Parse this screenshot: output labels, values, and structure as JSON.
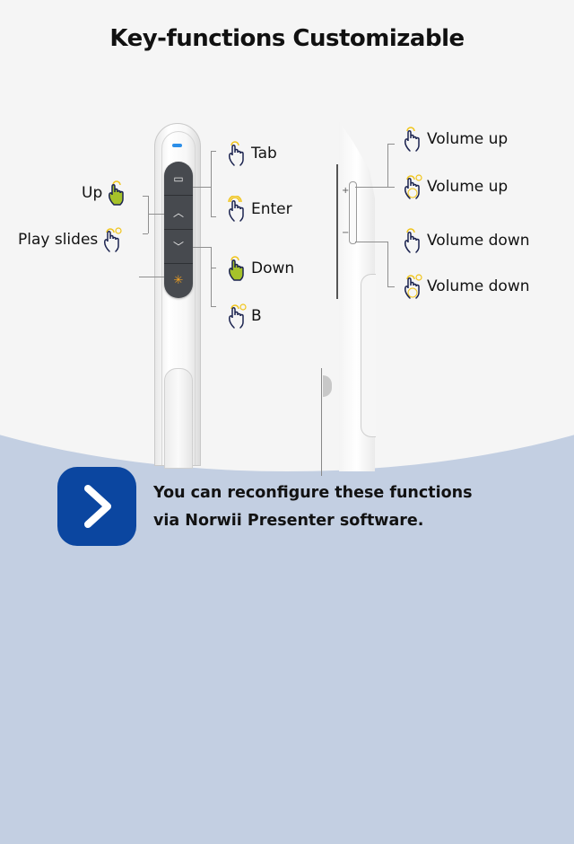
{
  "title": "Key-functions Customizable",
  "left_remote": {
    "keys": [
      {
        "name": "window-key",
        "glyph": "▭"
      },
      {
        "name": "up-key",
        "glyph": "︿"
      },
      {
        "name": "down-key",
        "glyph": "﹀"
      },
      {
        "name": "laser-key",
        "glyph": "✳"
      }
    ],
    "labels_left": [
      {
        "text": "Up",
        "gesture": "press-hold",
        "highlight": true
      },
      {
        "text": "Play slides",
        "gesture": "long-press"
      }
    ],
    "labels_right": [
      {
        "text": "Tab",
        "gesture": "single-press"
      },
      {
        "text": "Enter",
        "gesture": "double-press"
      },
      {
        "text": "Down",
        "gesture": "press-hold",
        "highlight": true
      },
      {
        "text": "B",
        "gesture": "long-press"
      }
    ]
  },
  "right_remote": {
    "plus_sign": "+",
    "minus_sign": "−",
    "labels": [
      {
        "text": "Volume up",
        "gesture": "single-press"
      },
      {
        "text": "Volume up",
        "gesture": "long-press"
      },
      {
        "text": "Volume down",
        "gesture": "single-press"
      },
      {
        "text": "Volume down",
        "gesture": "long-press"
      }
    ]
  },
  "info": {
    "icon": "chevron-right-icon",
    "line1": "You can reconfigure these functions",
    "line2": "via Norwii Presenter software."
  },
  "colors": {
    "background": "#f5f5f5",
    "band": "#c3cfe2",
    "icon_blue": "#0b46a0",
    "highlight_green": "#a6c22a",
    "ring_yellow": "#f0c419",
    "led_blue": "#2b8ee8"
  }
}
